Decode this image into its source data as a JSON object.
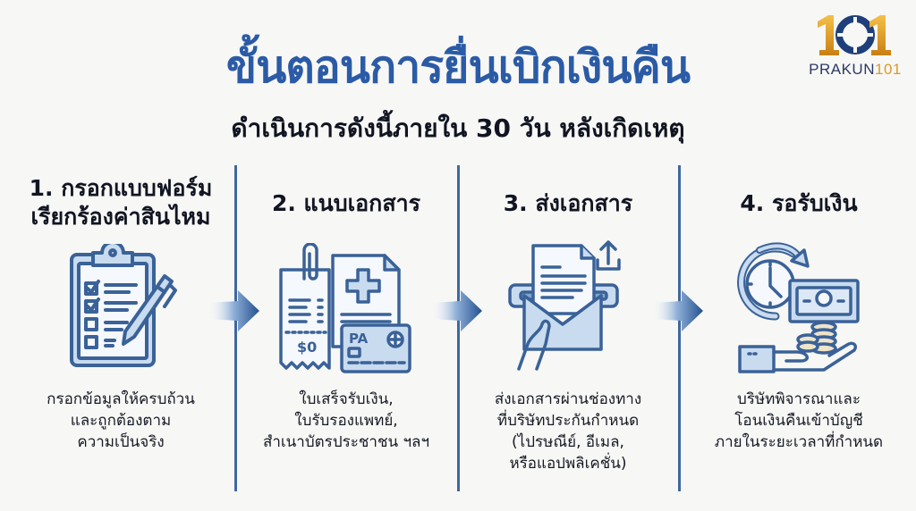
{
  "header": {
    "title": "ขั้นตอนการยื่นเบิกเงินคืน",
    "subtitle": "ดำเนินการดังนี้ภายใน 30 วัน หลังเกิดเหตุ"
  },
  "logo": {
    "mark": "101",
    "brand_text": "PRAKUN",
    "brand_number": "101"
  },
  "colors": {
    "title_blue": "#2b5ba6",
    "divider_blue": "#3f689e",
    "icon_stroke": "#3a6298",
    "icon_fill": "#c9dbef",
    "logo_gold": "#e3a21f",
    "logo_navy": "#1f3f7a",
    "background": "#f7f7f5"
  },
  "steps": [
    {
      "number": "1.",
      "title_line1": "1. กรอกแบบฟอร์ม",
      "title_line2": "เรียกร้องค่าสินไหม",
      "icon": "clipboard-checklist-pen-icon",
      "desc_lines": [
        "กรอกข้อมูลให้ครบถ้วน",
        "และถูกต้องตาม",
        "ความเป็นจริง"
      ]
    },
    {
      "number": "2.",
      "title_line1": "2. แนบเอกสาร",
      "icon": "documents-receipt-card-icon",
      "receipt_amount": "$0",
      "card_label": "PA",
      "desc_lines": [
        "ใบเสร็จรับเงิน,",
        "ใบรับรองแพทย์,",
        "สำเนาบัตรประชาชน ฯลฯ"
      ]
    },
    {
      "number": "3.",
      "title_line1": "3. ส่งเอกสาร",
      "icon": "envelope-send-upload-icon",
      "desc_lines": [
        "ส่งเอกสารผ่านช่องทาง",
        "ที่บริษัทประกันกำหนด",
        "(ไปรษณีย์, อีเมล,",
        "หรือแอปพลิเคชั่น)"
      ]
    },
    {
      "number": "4.",
      "title_line1": "4. รอรับเงิน",
      "icon": "clock-money-hand-icon",
      "desc_lines": [
        "บริษัทพิจารณาและ",
        "โอนเงินคืนเข้าบัญชี",
        "ภายในระยะเวลาที่กำหนด"
      ]
    }
  ]
}
